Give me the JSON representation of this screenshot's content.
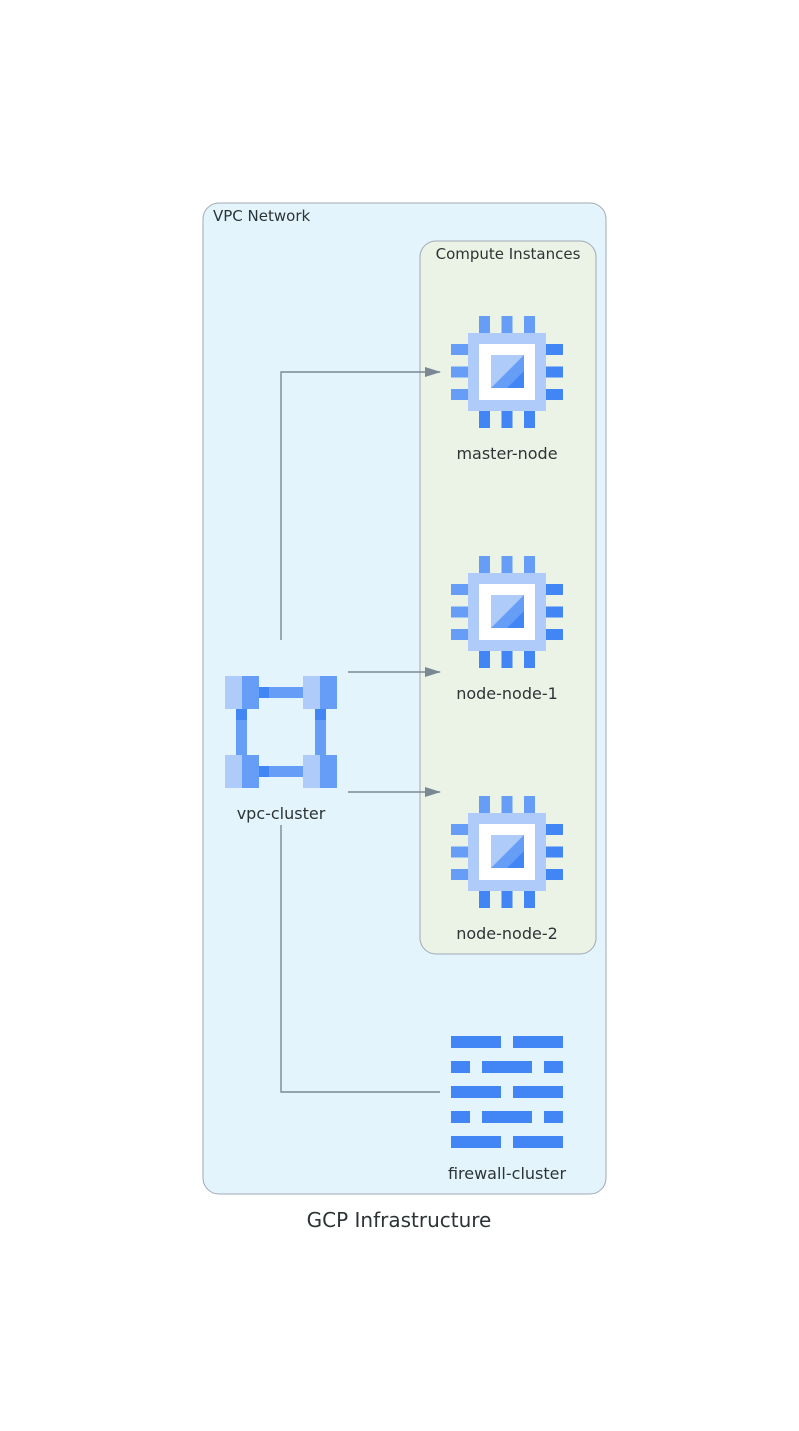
{
  "title": "GCP Infrastructure",
  "colors": {
    "vpc_fill": "#e3f4fc",
    "compute_fill": "#ebf3e7",
    "cluster_stroke": "#a0a9b3",
    "edge": "#7b8894",
    "icon_light": "#aecbfa",
    "icon_mid": "#669df6",
    "icon_dark": "#4285f4",
    "text": "#2d3436"
  },
  "clusters": {
    "vpc": {
      "label": "VPC Network"
    },
    "compute": {
      "label": "Compute Instances"
    }
  },
  "nodes": [
    {
      "id": "vpc-cluster",
      "label": "vpc-cluster",
      "icon": "vpc-network-icon"
    },
    {
      "id": "master-node",
      "label": "master-node",
      "icon": "compute-engine-icon"
    },
    {
      "id": "node-node-1",
      "label": "node-node-1",
      "icon": "compute-engine-icon"
    },
    {
      "id": "node-node-2",
      "label": "node-node-2",
      "icon": "compute-engine-icon"
    },
    {
      "id": "firewall-cluster",
      "label": "firewall-cluster",
      "icon": "firewall-icon"
    }
  ],
  "edges": [
    {
      "from": "vpc-cluster",
      "to": "master-node",
      "directed": true
    },
    {
      "from": "vpc-cluster",
      "to": "node-node-1",
      "directed": true
    },
    {
      "from": "vpc-cluster",
      "to": "node-node-2",
      "directed": true
    },
    {
      "from": "vpc-cluster",
      "to": "firewall-cluster",
      "directed": false
    }
  ]
}
